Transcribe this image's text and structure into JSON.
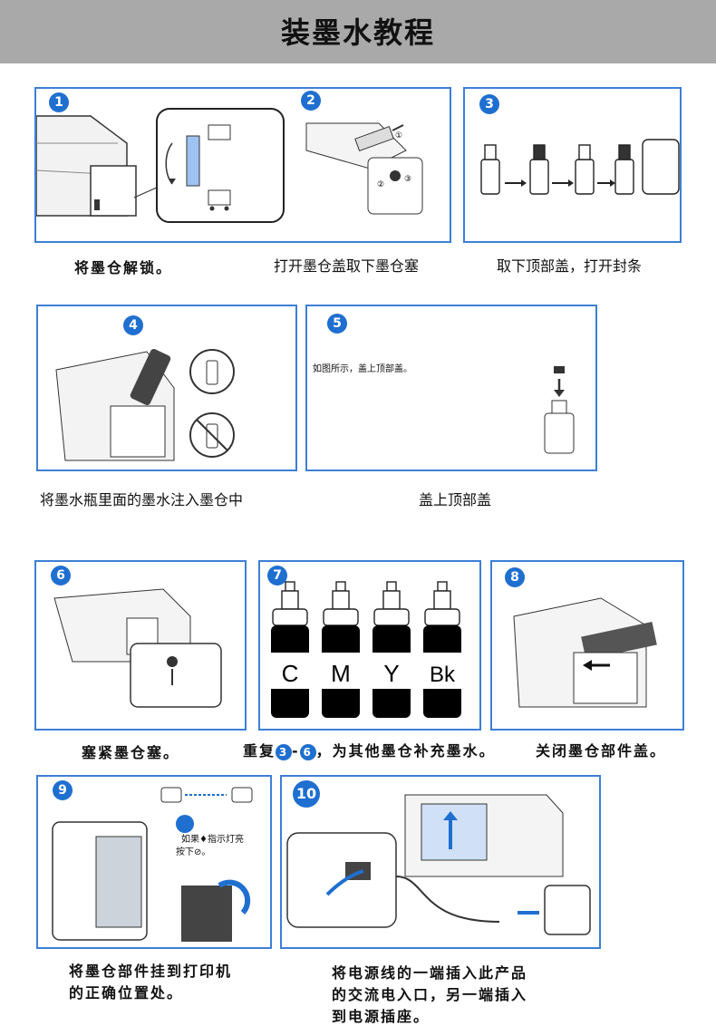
{
  "title": "装墨水教程",
  "steps": [
    {
      "num": "1",
      "caption": "将墨仓解锁。"
    },
    {
      "num": "2",
      "caption": "打开墨仓盖取下墨仓塞"
    },
    {
      "num": "3",
      "caption": "取下顶部盖，打开封条"
    },
    {
      "num": "4",
      "caption": "将墨水瓶里面的墨水注入墨仓中"
    },
    {
      "num": "5",
      "caption": "盖上顶部盖",
      "panel_text": "如图所示，盖上顶部盖。"
    },
    {
      "num": "6",
      "caption": "塞紧墨仓塞。"
    },
    {
      "num": "7",
      "caption": ""
    },
    {
      "num": "8",
      "caption": "关闭墨仓部件盖。"
    },
    {
      "num": "9",
      "caption_line1": "将墨仓部件挂到打印机",
      "caption_line2": "的正确位置处。",
      "panel_text_line1": "如果♦指示灯亮",
      "panel_text_line2": "按下⊘。"
    },
    {
      "num": "10",
      "caption_line1": "将电源线的一端插入此产品",
      "caption_line2": "的交流电入口，另一端插入",
      "caption_line3": "到电源插座。"
    }
  ],
  "repeat_caption": {
    "prefix": "重复",
    "from": "3",
    "sep": "-",
    "to": "6",
    "suffix": "，为其他墨仓补充墨水。"
  },
  "ink_labels": [
    "C",
    "M",
    "Y",
    "Bk"
  ],
  "callout_labels": [
    "①",
    "②",
    "③"
  ],
  "colors": {
    "banner": "#a9a9a9",
    "border": "#3d7fd6",
    "badge": "#1f6fd0",
    "ink_c": "#000000"
  }
}
